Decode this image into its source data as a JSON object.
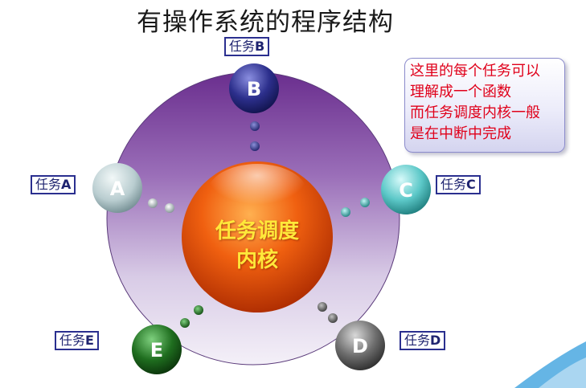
{
  "title": "有操作系统的程序结构",
  "center": {
    "line1": "任务调度",
    "line2": "内核"
  },
  "tasks": [
    {
      "id": "A",
      "label_prefix": "任务",
      "label_letter": "A",
      "color": "#b9cdd0"
    },
    {
      "id": "B",
      "label_prefix": "任务",
      "label_letter": "B",
      "color": "#2c2f8c"
    },
    {
      "id": "C",
      "label_prefix": "任务",
      "label_letter": "C",
      "color": "#5cc8c8"
    },
    {
      "id": "D",
      "label_prefix": "任务",
      "label_letter": "D",
      "color": "#6e6e6e"
    },
    {
      "id": "E",
      "label_prefix": "任务",
      "label_letter": "E",
      "color": "#1f6e1f"
    }
  ],
  "note": {
    "lines": [
      "这里的每个任务可以",
      "理解成一个函数",
      "而任务调度内核一般",
      "是在中断中完成"
    ]
  },
  "colors": {
    "ring_top": "#6a2e8e",
    "core": "#f06010",
    "center_text": "#ffe83a",
    "note_text": "#e0001a"
  }
}
